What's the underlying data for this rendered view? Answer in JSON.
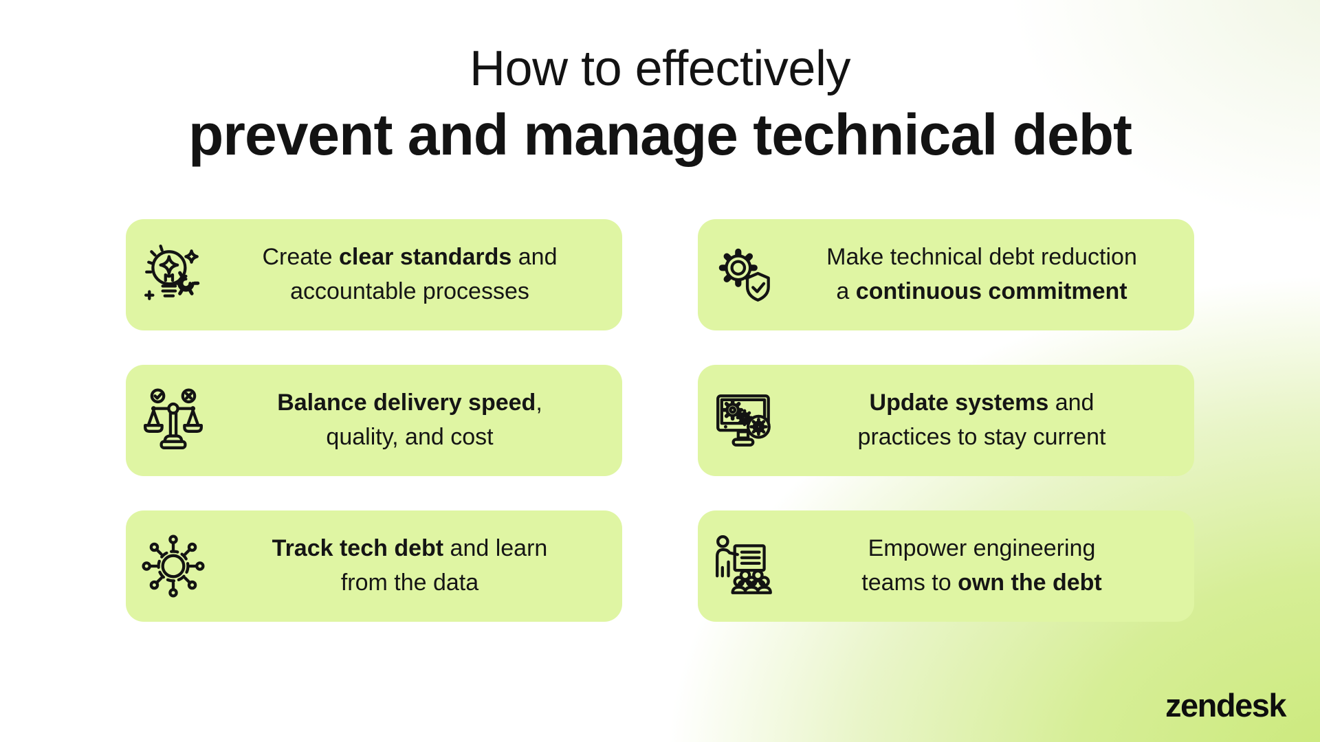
{
  "page": {
    "title_line1": "How to effectively",
    "title_line2": "prevent and manage technical debt"
  },
  "brand": {
    "logo_text": "zendesk"
  },
  "colors": {
    "card_background": "#DFF5A3",
    "glow_corner": "#CBE97A",
    "text": "#151515",
    "background": "#FFFFFF"
  },
  "cards": [
    {
      "name": "create-clear-standards-card",
      "icon": "lightbulb-sparkle-gear-icon",
      "lines": [
        [
          {
            "t": "Create ",
            "b": false
          },
          {
            "t": "clear standards",
            "b": true
          },
          {
            "t": " and",
            "b": false
          }
        ],
        [
          {
            "t": "accountable processes",
            "b": false
          }
        ]
      ]
    },
    {
      "name": "continuous-commitment-card",
      "icon": "gear-shield-check-icon",
      "lines": [
        [
          {
            "t": "Make technical debt reduction",
            "b": false
          }
        ],
        [
          {
            "t": "a ",
            "b": false
          },
          {
            "t": "continuous commitment",
            "b": true
          }
        ]
      ]
    },
    {
      "name": "balance-delivery-speed-card",
      "icon": "balance-scale-icon",
      "lines": [
        [
          {
            "t": "Balance delivery speed",
            "b": true
          },
          {
            "t": ",",
            "b": false
          }
        ],
        [
          {
            "t": "quality, and cost",
            "b": false
          }
        ]
      ]
    },
    {
      "name": "update-systems-card",
      "icon": "monitor-gears-icon",
      "lines": [
        [
          {
            "t": "Update systems",
            "b": true
          },
          {
            "t": " and",
            "b": false
          }
        ],
        [
          {
            "t": "practices to stay current",
            "b": false
          }
        ]
      ]
    },
    {
      "name": "track-tech-debt-card",
      "icon": "network-hub-icon",
      "lines": [
        [
          {
            "t": "Track tech debt",
            "b": true
          },
          {
            "t": " and learn",
            "b": false
          }
        ],
        [
          {
            "t": "from the data",
            "b": false
          }
        ]
      ]
    },
    {
      "name": "empower-engineering-card",
      "icon": "presenter-audience-icon",
      "lines": [
        [
          {
            "t": "Empower engineering",
            "b": false
          }
        ],
        [
          {
            "t": "teams to ",
            "b": false
          },
          {
            "t": "own the debt",
            "b": true
          }
        ]
      ]
    }
  ]
}
